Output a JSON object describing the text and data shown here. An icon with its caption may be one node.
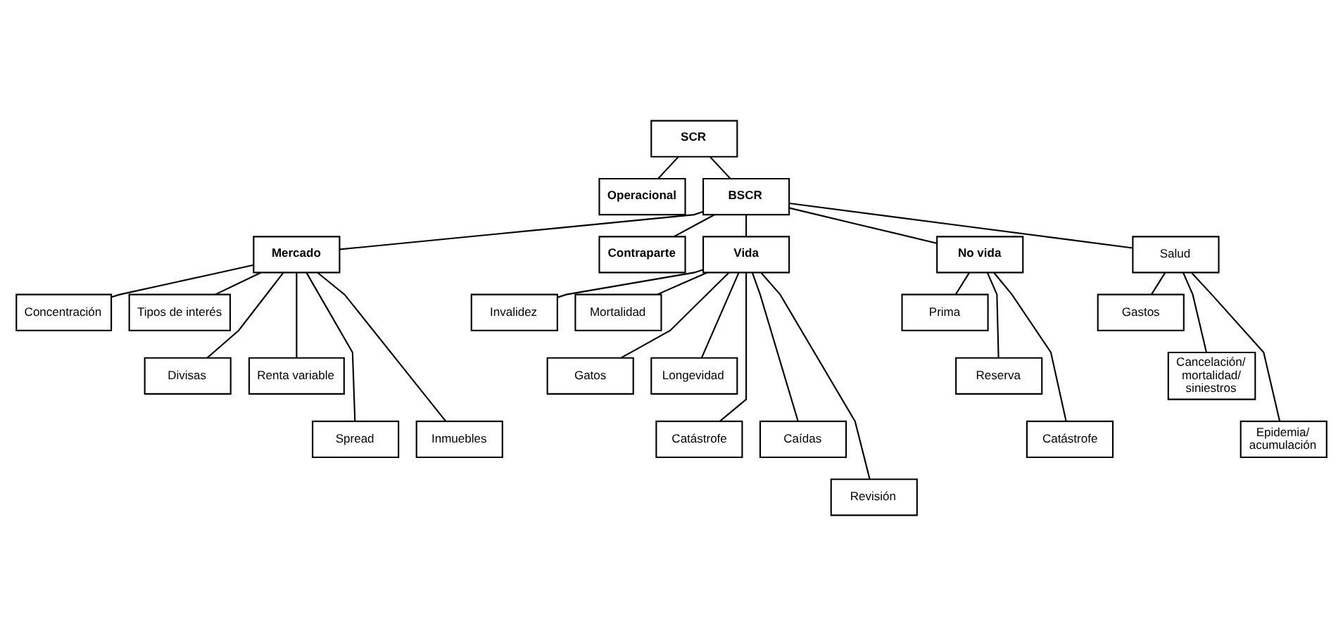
{
  "diagram": {
    "nodes": [
      {
        "text": [
          "SCR"
        ]
      },
      {
        "text": [
          "Operacional"
        ]
      },
      {
        "text": [
          "BSCR"
        ]
      },
      {
        "text": [
          "Mercado"
        ]
      },
      {
        "text": [
          "Contraparte"
        ]
      },
      {
        "text": [
          "Vida"
        ]
      },
      {
        "text": [
          "No vida"
        ]
      },
      {
        "text": [
          "Salud"
        ]
      },
      {
        "text": [
          "Concentración"
        ]
      },
      {
        "text": [
          "Tipos de interés"
        ]
      },
      {
        "text": [
          "Divisas"
        ]
      },
      {
        "text": [
          "Renta variable"
        ]
      },
      {
        "text": [
          "Spread"
        ]
      },
      {
        "text": [
          "Inmuebles"
        ]
      },
      {
        "text": [
          "Invalidez"
        ]
      },
      {
        "text": [
          "Mortalidad"
        ]
      },
      {
        "text": [
          "Gatos"
        ]
      },
      {
        "text": [
          "Longevidad"
        ]
      },
      {
        "text": [
          "Catástrofe"
        ]
      },
      {
        "text": [
          "Caídas"
        ]
      },
      {
        "text": [
          "Revisión"
        ]
      },
      {
        "text": [
          "Prima"
        ]
      },
      {
        "text": [
          "Reserva"
        ]
      },
      {
        "text": [
          "Catástrofe"
        ]
      },
      {
        "text": [
          "Gastos"
        ]
      },
      {
        "text": [
          "Cancelación/ mortalidad/ siniestros"
        ]
      },
      {
        "text": [
          "Epidemia/ acumulación"
        ]
      }
    ],
    "edges": [
      {
        "from": 0,
        "to": 1,
        "arrow": "none"
      },
      {
        "from": 0,
        "to": 2,
        "arrow": "none"
      },
      {
        "from": 2,
        "to": 3,
        "arrow": "none"
      },
      {
        "from": 2,
        "to": 4,
        "arrow": "none"
      },
      {
        "from": 2,
        "to": 5,
        "arrow": "none"
      },
      {
        "from": 2,
        "to": 6,
        "arrow": "none"
      },
      {
        "from": 2,
        "to": 7,
        "arrow": "none"
      },
      {
        "from": 3,
        "to": 8,
        "arrow": "none"
      },
      {
        "from": 3,
        "to": 9,
        "arrow": "none"
      },
      {
        "from": 3,
        "to": 10,
        "arrow": "none"
      },
      {
        "from": 3,
        "to": 11,
        "arrow": "none"
      },
      {
        "from": 3,
        "to": 12,
        "arrow": "none"
      },
      {
        "from": 3,
        "to": 13,
        "arrow": "none"
      },
      {
        "from": 5,
        "to": 14,
        "arrow": "none"
      },
      {
        "from": 5,
        "to": 15,
        "arrow": "none"
      },
      {
        "from": 5,
        "to": 16,
        "arrow": "none"
      },
      {
        "from": 5,
        "to": 17,
        "arrow": "none"
      },
      {
        "from": 5,
        "to": 18,
        "arrow": "none"
      },
      {
        "from": 5,
        "to": 19,
        "arrow": "none"
      },
      {
        "from": 5,
        "to": 20,
        "arrow": "none"
      },
      {
        "from": 6,
        "to": 21,
        "arrow": "none"
      },
      {
        "from": 6,
        "to": 22,
        "arrow": "none"
      },
      {
        "from": 6,
        "to": 23,
        "arrow": "none"
      },
      {
        "from": 7,
        "to": 24,
        "arrow": "none"
      },
      {
        "from": 7,
        "to": 25,
        "arrow": "none"
      },
      {
        "from": 7,
        "to": 26,
        "arrow": "none"
      }
    ]
  }
}
